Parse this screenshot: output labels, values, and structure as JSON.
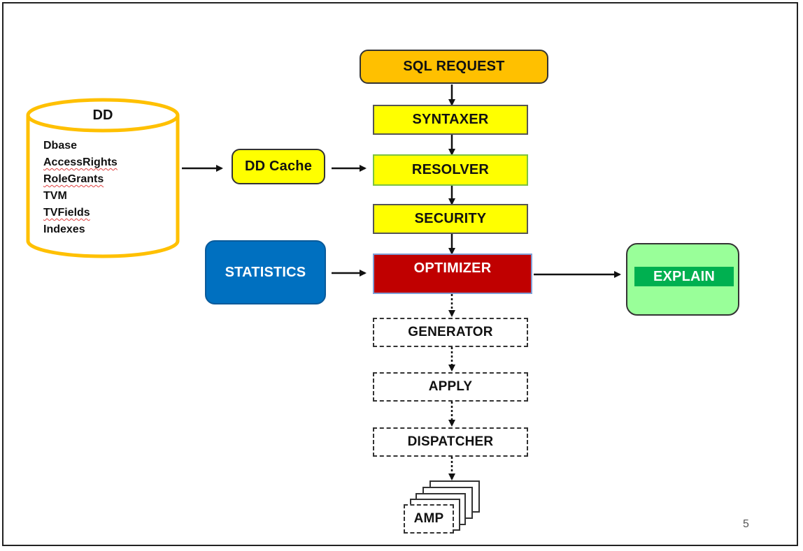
{
  "sql_request": "SQL REQUEST",
  "steps": {
    "syntaxer": "SYNTAXER",
    "resolver": "RESOLVER",
    "security": "SECURITY",
    "optimizer": "OPTIMIZER",
    "generator": "GENERATOR",
    "apply": "APPLY",
    "dispatcher": "DISPATCHER",
    "amp": "AMP"
  },
  "dd": {
    "title": "DD",
    "items": [
      "Dbase",
      "AccessRights",
      "RoleGrants",
      "TVM",
      "TVFields",
      "Indexes"
    ]
  },
  "dd_cache": "DD Cache",
  "statistics": "STATISTICS",
  "explain": "EXPLAIN",
  "page_number": "5",
  "colors": {
    "sql_request_fill": "#ffc000",
    "step_fill": "#ffff00",
    "optimizer_fill": "#c00000",
    "statistics_fill": "#0070c0",
    "explain_fill": "#99ff99",
    "explain_label_fill": "#00b050",
    "dd_outline": "#ffc000"
  }
}
